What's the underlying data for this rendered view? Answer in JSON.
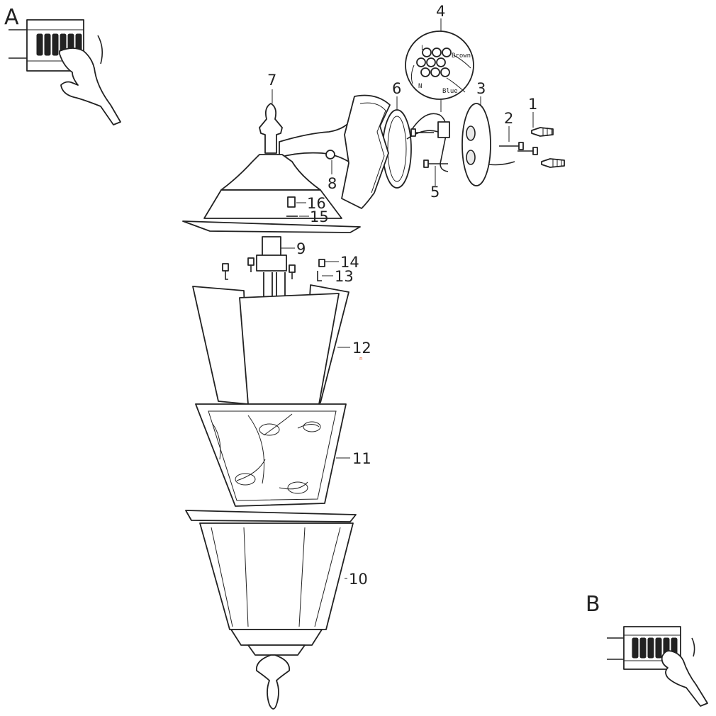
{
  "figure": {
    "step_a_label": "A",
    "step_b_label": "B",
    "wire_labels": {
      "brown": "Brown",
      "blue": "Blue",
      "live": "L",
      "neutral": "N"
    },
    "callouts": [
      "1",
      "2",
      "3",
      "4",
      "5",
      "6",
      "7",
      "8",
      "9",
      "10",
      "11",
      "12",
      "13",
      "14",
      "15",
      "16"
    ],
    "stray_mark": "n"
  }
}
